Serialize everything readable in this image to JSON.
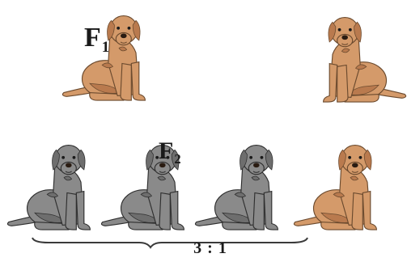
{
  "labels": {
    "f1": {
      "letter": "F",
      "sub": "1"
    },
    "f2": {
      "letter": "F",
      "sub": "2"
    }
  },
  "ratio": {
    "dominant": "3",
    "separator": ":",
    "recessive": "1"
  },
  "colors": {
    "yellow_coat": "#d49a6a",
    "yellow_shade": "#b97a4e",
    "yellow_stroke": "#6b4a2e",
    "black_coat": "#8a8a8a",
    "black_shade": "#6e6e6e",
    "black_stroke": "#2f2f2f"
  }
}
